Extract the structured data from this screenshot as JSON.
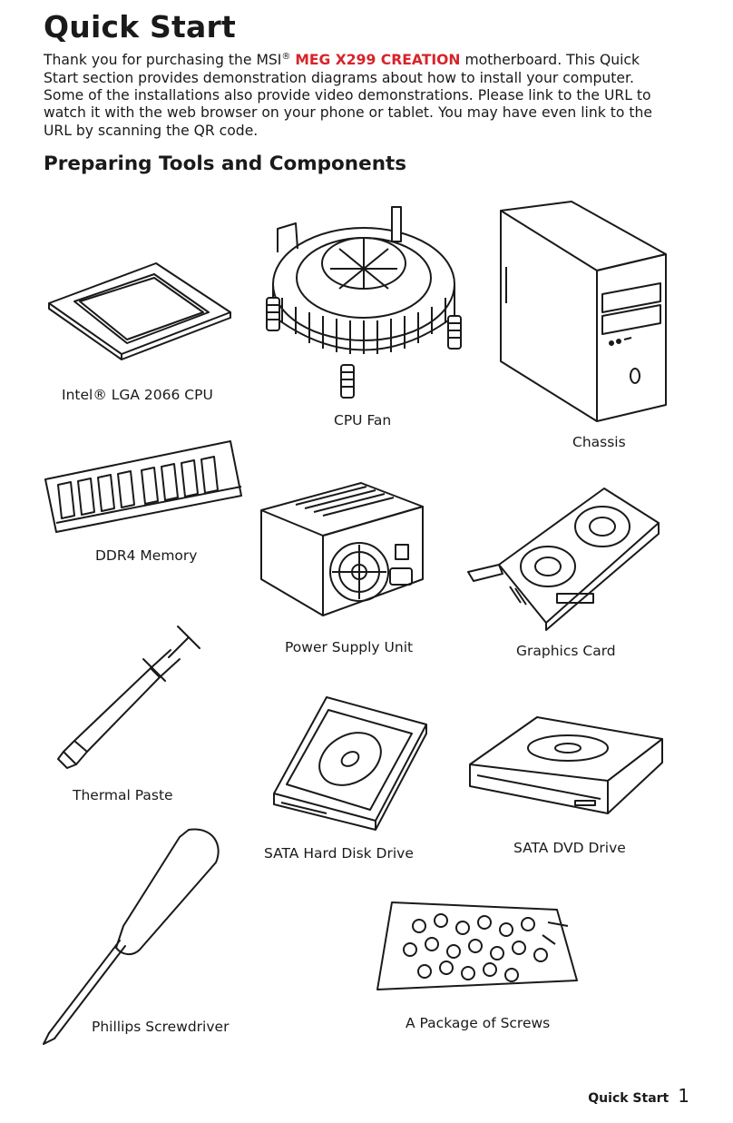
{
  "title": "Quick Start",
  "intro": {
    "before": "Thank you for purchasing the MSI",
    "reg": "®",
    "model": "MEG X299 CREATION",
    "after": " motherboard. This Quick Start section provides demonstration diagrams about how to install your computer. Some of the installations also provide video demonstrations. Please link to the URL to watch it with the web browser on your phone or tablet. You may have even link to the URL by scanning the QR code."
  },
  "section_title": "Preparing Tools and Components",
  "items": {
    "cpu": "Intel® LGA 2066 CPU",
    "cpu_fan": "CPU Fan",
    "chassis": "Chassis",
    "memory": "DDR4 Memory",
    "psu": "Power Supply Unit",
    "graphics": "Graphics Card",
    "thermal_paste": "Thermal Paste",
    "hdd": "SATA Hard Disk Drive",
    "dvd": "SATA DVD Drive",
    "screwdriver": "Phillips Screwdriver",
    "screws": "A Package of Screws"
  },
  "footer": {
    "section": "Quick Start",
    "page": "1"
  },
  "colors": {
    "model_highlight": "#d8232a",
    "line_art": "#1a1a1a"
  }
}
